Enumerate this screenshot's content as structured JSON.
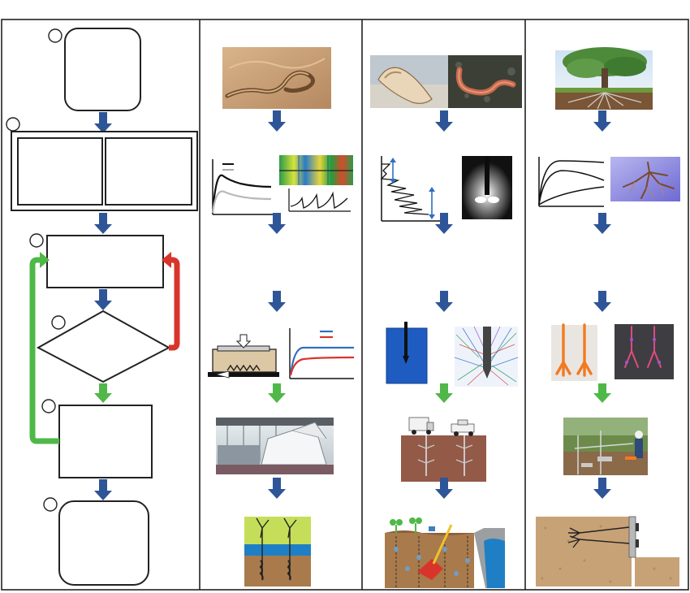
{
  "figure": {
    "columns": [
      {
        "id": "flowchart",
        "kind": "process-flowchart"
      },
      {
        "id": "sandfish-snake",
        "kind": "bio-example"
      },
      {
        "id": "razor-clam-worm",
        "kind": "bio-example"
      },
      {
        "id": "tree-roots",
        "kind": "bio-example"
      }
    ],
    "step_markers": [
      "circle-1",
      "circle-2",
      "circle-3",
      "circle-4",
      "circle-5",
      "circle-6"
    ],
    "colors": {
      "flow_arrow": "#2e5597",
      "success_arrow": "#4fb848",
      "failure_arrow": "#d9342b",
      "border": "#222222",
      "plot_black": "#111111",
      "plot_blue": "#2f6fc2",
      "plot_red": "#d9342b",
      "sand": "#c8a277",
      "soil": "#a87a4c",
      "water": "#1f7fc4",
      "grass": "#c5de5a"
    }
  }
}
